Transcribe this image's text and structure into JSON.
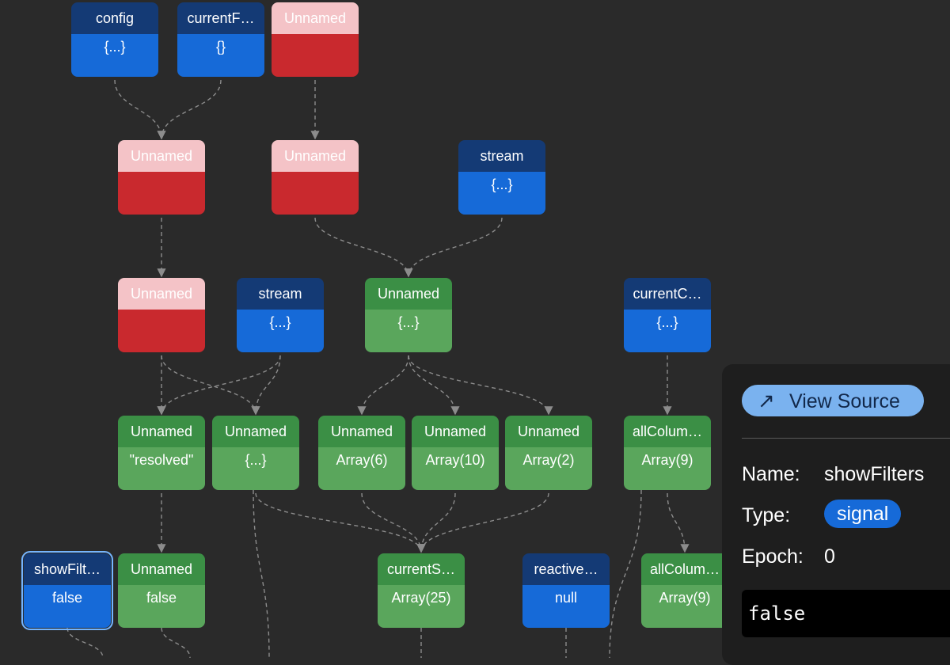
{
  "nodes": [
    {
      "id": "n1",
      "title": "config",
      "value": "{...}",
      "color": "blue"
    },
    {
      "id": "n2",
      "title": "currentF…",
      "value": "{}",
      "color": "blue"
    },
    {
      "id": "n3",
      "title": "Unnamed",
      "value": "",
      "color": "red"
    },
    {
      "id": "n4",
      "title": "Unnamed",
      "value": "",
      "color": "red"
    },
    {
      "id": "n5",
      "title": "Unnamed",
      "value": "",
      "color": "red"
    },
    {
      "id": "n6",
      "title": "stream",
      "value": "{...}",
      "color": "blue"
    },
    {
      "id": "n7",
      "title": "Unnamed",
      "value": "",
      "color": "red"
    },
    {
      "id": "n8",
      "title": "stream",
      "value": "{...}",
      "color": "blue"
    },
    {
      "id": "n9",
      "title": "Unnamed",
      "value": "{...}",
      "color": "green"
    },
    {
      "id": "n10",
      "title": "currentC…",
      "value": "{...}",
      "color": "blue"
    },
    {
      "id": "n11",
      "title": "Unnamed",
      "value": "\"resolved\"",
      "color": "green"
    },
    {
      "id": "n12",
      "title": "Unnamed",
      "value": "{...}",
      "color": "green"
    },
    {
      "id": "n13",
      "title": "Unnamed",
      "value": "Array(6)",
      "color": "green"
    },
    {
      "id": "n14",
      "title": "Unnamed",
      "value": "Array(10)",
      "color": "green"
    },
    {
      "id": "n15",
      "title": "Unnamed",
      "value": "Array(2)",
      "color": "green"
    },
    {
      "id": "n16",
      "title": "allColum…",
      "value": "Array(9)",
      "color": "green"
    },
    {
      "id": "n17",
      "title": "showFilt…",
      "value": "false",
      "color": "blue",
      "selected": true
    },
    {
      "id": "n18",
      "title": "Unnamed",
      "value": "false",
      "color": "green"
    },
    {
      "id": "n19",
      "title": "currentS…",
      "value": "Array(25)",
      "color": "green"
    },
    {
      "id": "n20",
      "title": "reactive…",
      "value": "null",
      "color": "blue"
    },
    {
      "id": "n21",
      "title": "allColum…",
      "value": "Array(9)",
      "color": "green"
    }
  ],
  "edges": [
    [
      "n1",
      "n4"
    ],
    [
      "n2",
      "n4"
    ],
    [
      "n3",
      "n5"
    ],
    [
      "n4",
      "n7"
    ],
    [
      "n5",
      "n9"
    ],
    [
      "n6",
      "n9"
    ],
    [
      "n7",
      "n11"
    ],
    [
      "n7",
      "n12"
    ],
    [
      "n8",
      "n11"
    ],
    [
      "n8",
      "n12"
    ],
    [
      "n9",
      "n13"
    ],
    [
      "n9",
      "n14"
    ],
    [
      "n9",
      "n15"
    ],
    [
      "n10",
      "n16"
    ],
    [
      "n11",
      "n18"
    ],
    [
      "n12",
      "n19"
    ],
    [
      "n13",
      "n19"
    ],
    [
      "n14",
      "n19"
    ],
    [
      "n15",
      "n19"
    ],
    [
      "n16",
      "n21"
    ]
  ],
  "panel": {
    "view_source_label": "View Source",
    "name_label": "Name:",
    "name_value": "showFilters",
    "type_label": "Type:",
    "type_value": "signal",
    "epoch_label": "Epoch:",
    "epoch_value": "0",
    "value": "false"
  },
  "colors": {
    "background": "#2a2a2a",
    "blue_header": "#143a75",
    "blue_body": "#166ad8",
    "red_header": "#f4c3c7",
    "red_body": "#c9292e",
    "green_header": "#3b8f45",
    "green_body": "#5aa65c",
    "accent_pill": "#7ab2ef"
  }
}
